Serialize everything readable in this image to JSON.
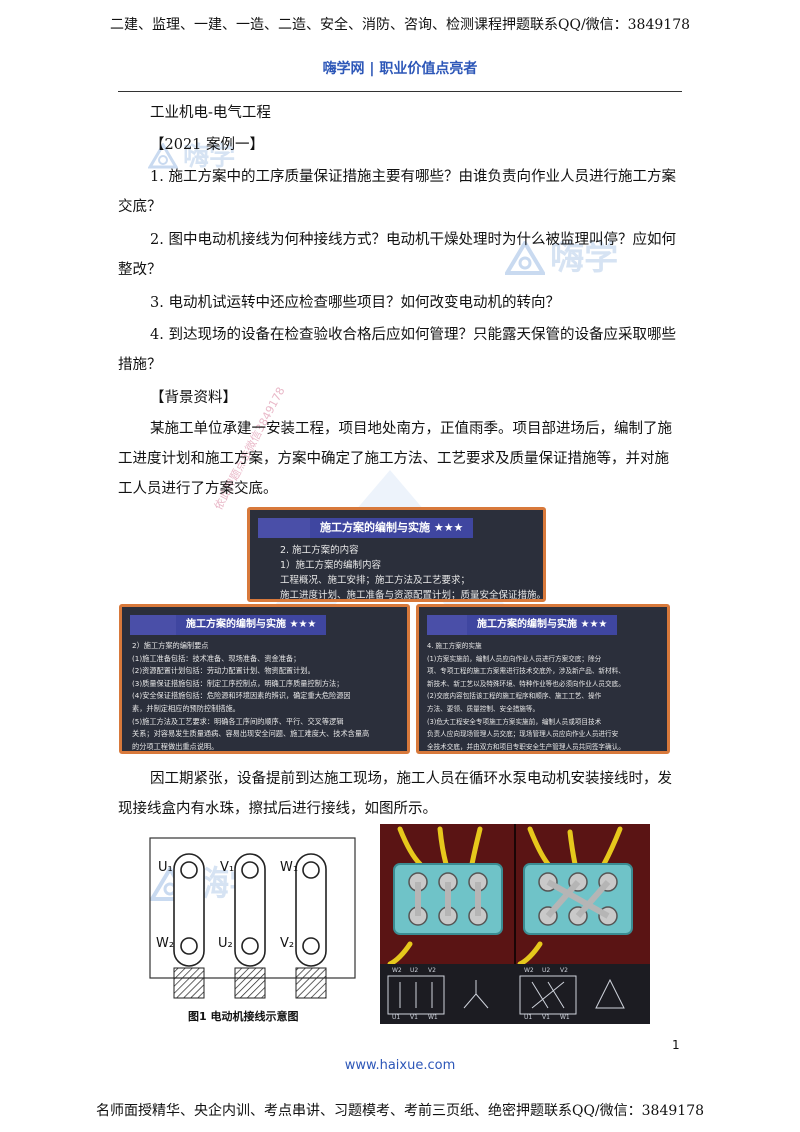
{
  "header": {
    "banner": "二建、监理、一建、一造、二造、安全、消防、咨询、检测课程押题联系QQ/微信：3849178",
    "site_line": "嗨学网 | 职业价值点亮者"
  },
  "doc": {
    "subject": "工业机电-电气工程",
    "case_tag": "【2021 案例一】",
    "questions": [
      "1.  施工方案中的工序质量保证措施主要有哪些？由谁负责向作业人员进行施工方案交底？",
      "2.  图中电动机接线为何种接线方式？电动机干燥处理时为什么被监理叫停？应如何整改？",
      "3.  电动机试运转中还应检查哪些项目？如何改变电动机的转向？",
      "4.  到达现场的设备在检查验收合格后应如何管理？只能露天保管的设备应采取哪些措施？"
    ],
    "background_tag": "【背景资料】",
    "paragraph1": "某施工单位承建一安装工程，项目地处南方，正值雨季。项目部进场后，编制了施工进度计划和施工方案，方案中确定了施工方法、工艺要求及质量保证措施等，并对施工人员进行了方案交底。",
    "paragraph2": "因工期紧张，设备提前到达施工现场，施工人员在循环水泵电动机安装接线时，发现接线盒内有水珠，擦拭后进行接线，如图所示。"
  },
  "watermarks": {
    "logo_text": "嗨学",
    "diagonal": "依此押题点击微信3849178"
  },
  "slide_top": {
    "title": "施工方案的编制与实施 ★★★",
    "lines": [
      "2. 施工方案的内容",
      "1）施工方案的编制内容",
      "工程概况、施工安排；施工方法及工艺要求；",
      "施工进度计划、施工准备与资源配置计划；质量安全保证措施。"
    ]
  },
  "slide_left": {
    "title": "施工方案的编制与实施 ★★★",
    "lines": [
      "2）施工方案的编制要点",
      "(1)施工准备包括：技术准备、现场准备、资金准备；",
      "(2)资源配置计划包括：劳动力配置计划、物资配置计划。",
      "(3)质量保证措施包括：制定工序控制点，明确工序质量控制方法；",
      "(4)安全保证措施包括：危险源和环境因素的辨识，确定重大危险源因",
      "素，并制定相应的预防控制措施。",
      "(5)施工方法及工艺要求：明确各工序间的顺序、平行、交叉等逻辑",
      "关系；对容易发生质量通病、容易出现安全问题、施工难度大、技术含量高",
      "的分项工程做出重点说明。"
    ]
  },
  "slide_right": {
    "title": "施工方案的编制与实施 ★★★",
    "lines": [
      "4. 施工方案的实施",
      "(1)方案实施前，编制人员应向作业人员进行方案交底；除分",
      "项、专项工程的施工方案需进行技术交底外，涉及新产品、新材料、",
      "新技术、新工艺以及特殊环境、特种作业等也必须向作业人员交底。",
      "(2)交底内容包括该工程的施工程序和顺序、施工工艺、操作",
      "方法、要领、质量控制、安全措施等。",
      "(3)危大工程安全专项施工方案实施前，编制人员或项目技术",
      "负责人应向现场管理人员交底；现场管理人员应向作业人员进行安",
      "全技术交底，并由双方和项目专职安全生产管理人员共同签字确认。"
    ]
  },
  "figure": {
    "caption": "图1 电动机接线示意图",
    "terminal_labels_top": [
      "U₁",
      "V₁",
      "W₁"
    ],
    "terminal_labels_bottom": [
      "W₂",
      "U₂",
      "V₂"
    ],
    "photo_labels": [
      "W2",
      "U2",
      "V2",
      "U1",
      "V1",
      "W1"
    ]
  },
  "footer": {
    "page_number": "1",
    "site_url": "www.haixue.com",
    "banner": "名师面授精华、央企内训、考点串讲、习题模考、考前三页纸、绝密押题联系QQ/微信：3849178"
  }
}
